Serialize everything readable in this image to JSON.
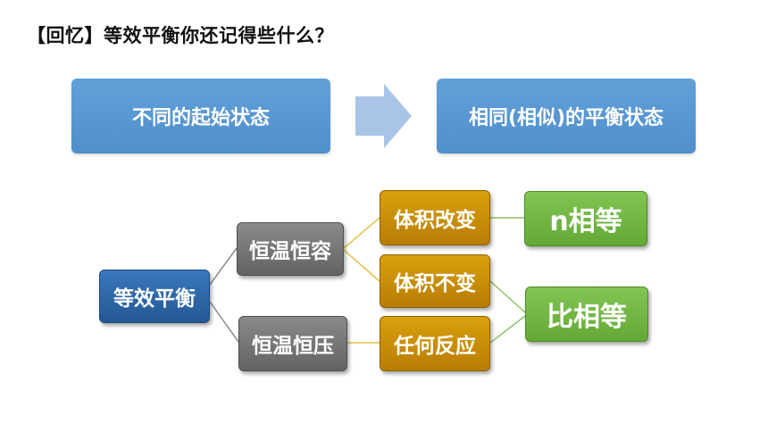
{
  "title": "【回忆】等效平衡你还记得些什么？",
  "top_row": {
    "left_label": "不同的起始状态",
    "right_label": "相同(相似)的平衡状态"
  },
  "tree": {
    "root": "等效平衡",
    "branches": {
      "hv": "恒温恒容",
      "hp": "恒温恒压"
    },
    "conditions": {
      "volume_change": "体积改变",
      "volume_same": "体积不变",
      "any_reaction": "任何反应"
    },
    "results": {
      "n_equal": "n相等",
      "ratio_equal": "比相等"
    }
  },
  "colors": {
    "blue_box": "#5b9bd5",
    "navy_box": "#2e6aad",
    "gray_box": "#767676",
    "gold_box": "#c88f08",
    "green_box": "#72b544",
    "arrow": "#a9c4e6",
    "connector": "#e8c24a",
    "connector_green": "#8cc163"
  }
}
